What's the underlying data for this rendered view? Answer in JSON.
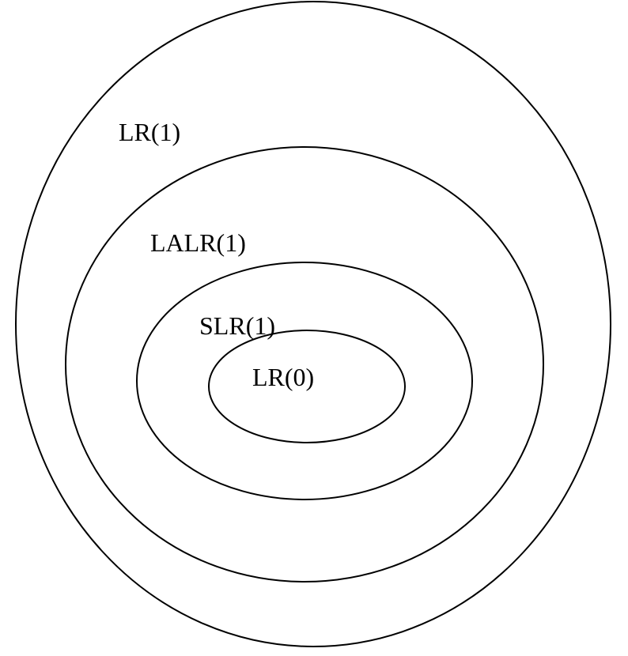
{
  "diagram": {
    "stroke_color": "#000000",
    "background_color": "#ffffff",
    "sets": [
      {
        "id": "lr1",
        "label": "LR(1)"
      },
      {
        "id": "lalr1",
        "label": "LALR(1)"
      },
      {
        "id": "slr1",
        "label": "SLR(1)"
      },
      {
        "id": "lr0",
        "label": "LR(0)"
      }
    ]
  }
}
